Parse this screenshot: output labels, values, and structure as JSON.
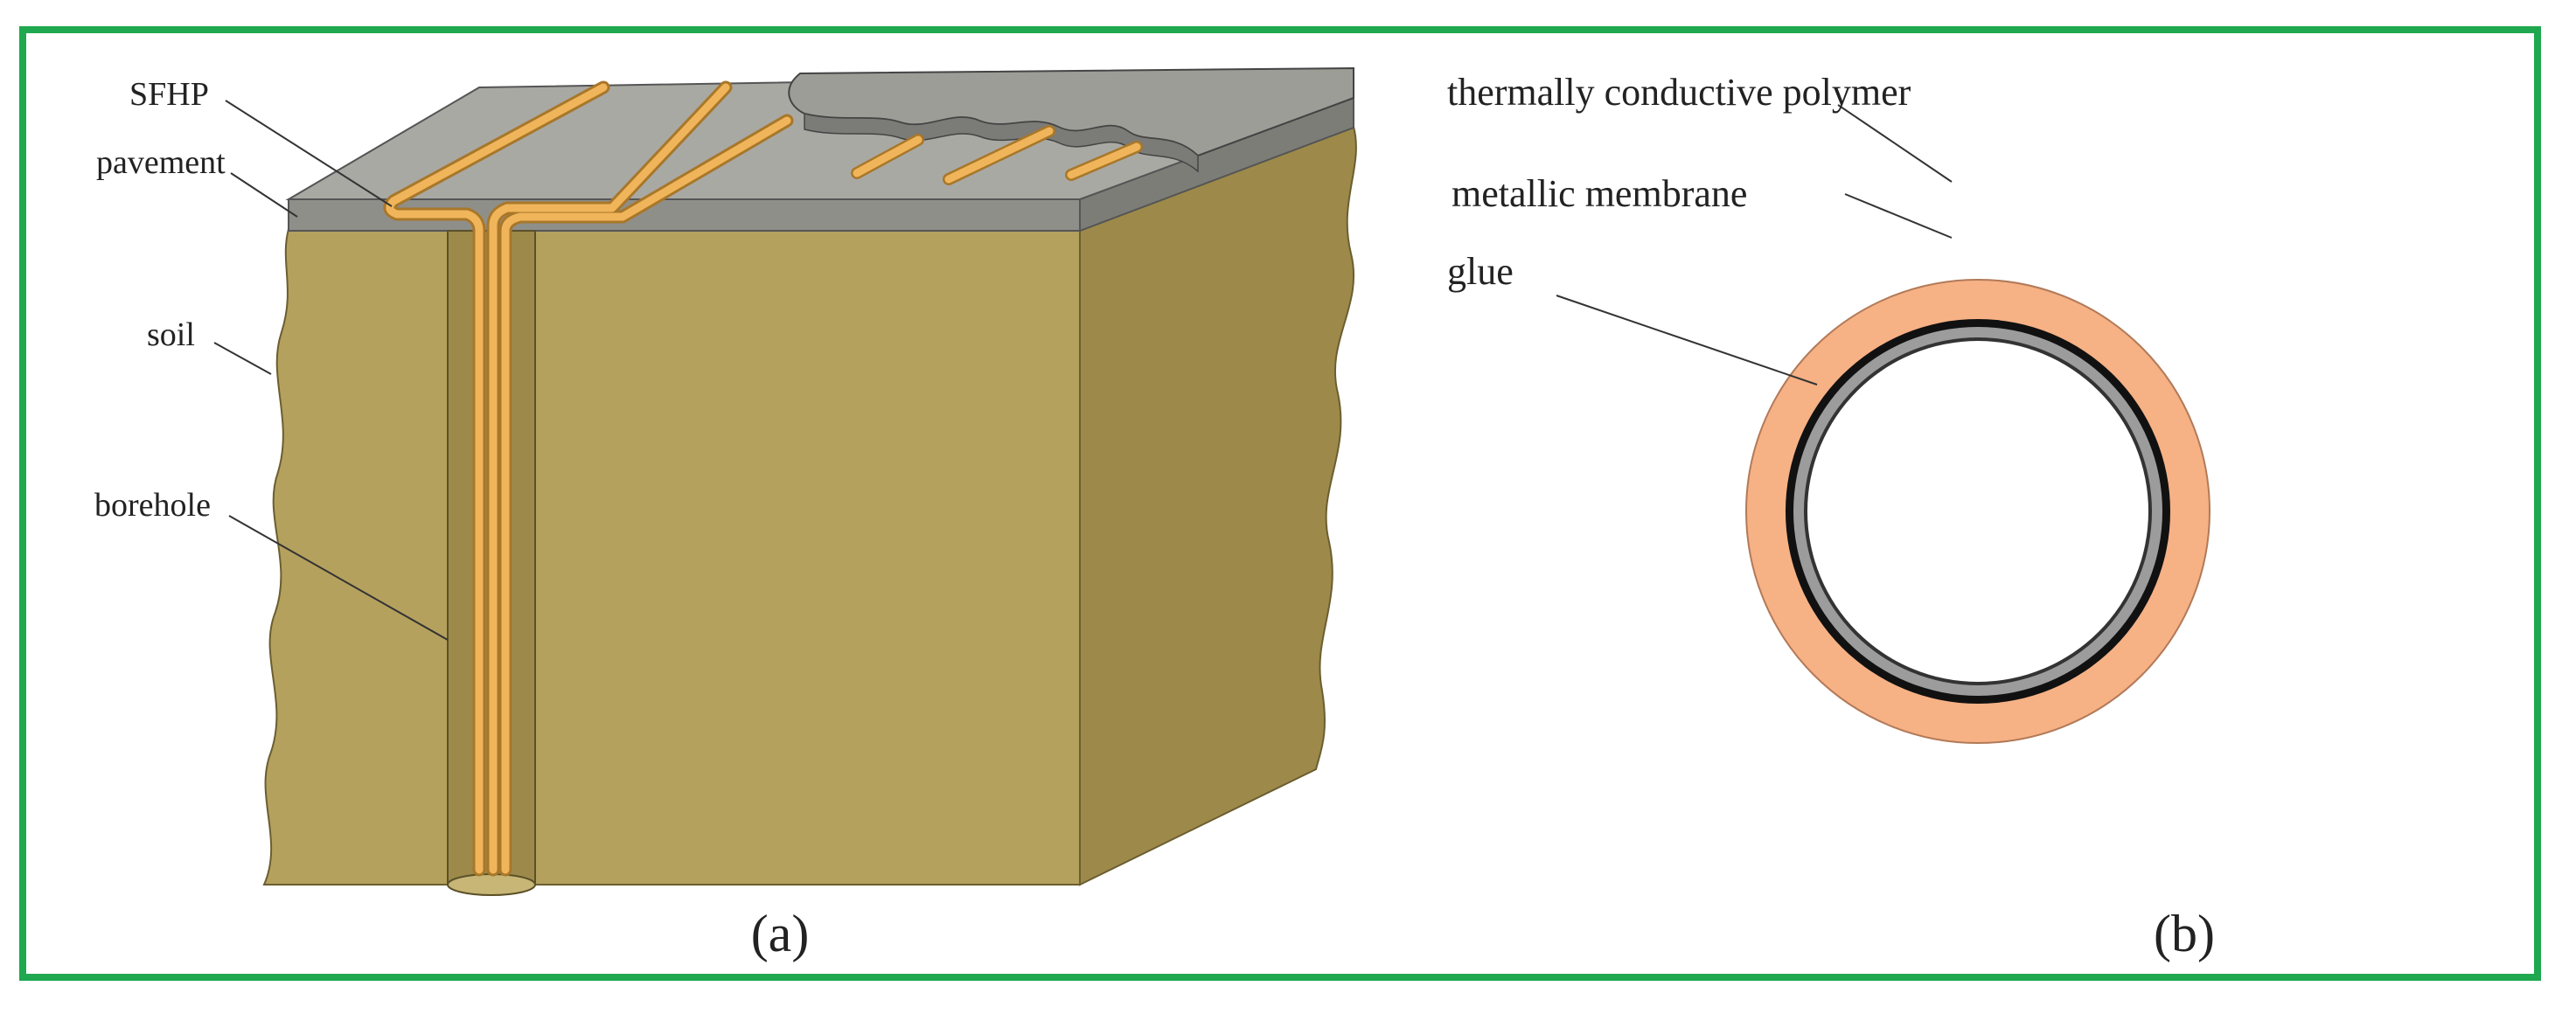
{
  "figure": {
    "panel_a": {
      "caption": "(a)",
      "labels": {
        "sfhp": "SFHP",
        "pavement": "pavement",
        "soil": "soil",
        "borehole": "borehole"
      }
    },
    "panel_b": {
      "caption": "(b)",
      "labels": {
        "polymer": "thermally conductive polymer",
        "membrane": "metallic membrane",
        "glue": "glue"
      }
    },
    "colors": {
      "frame": "#1fa84f",
      "soil_front": "#b5a15e",
      "soil_side": "#9d8a4a",
      "pavement": "#a9a9a4",
      "pipe": "#f0b55a",
      "polymer": "#f6b185",
      "membrane": "#9c9c9c"
    }
  }
}
